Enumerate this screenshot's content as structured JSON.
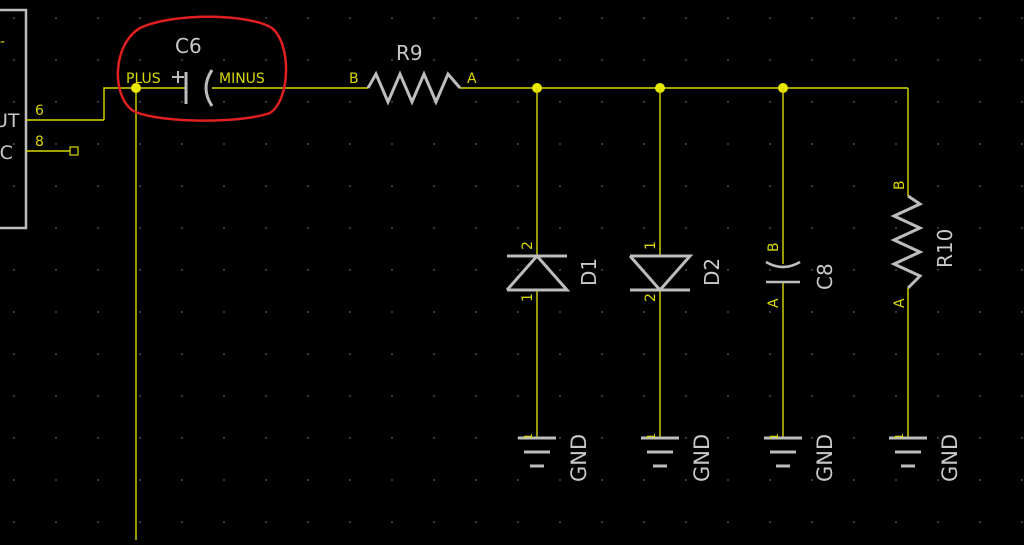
{
  "schematic": {
    "chip": {
      "pins": [
        "6",
        "8"
      ],
      "labels": [
        "UT",
        "IC"
      ],
      "top_mark": "-"
    },
    "c6": {
      "ref": "C6",
      "pin_plus": "PLUS",
      "pin_minus": "MINUS",
      "highlighted": true
    },
    "r9": {
      "ref": "R9",
      "pin_b": "B",
      "pin_a": "A"
    },
    "d1": {
      "ref": "D1",
      "pin_top": "2",
      "pin_bottom": "1"
    },
    "d2": {
      "ref": "D2",
      "pin_top": "1",
      "pin_bottom": "2"
    },
    "c8": {
      "ref": "C8",
      "pin_top": "B",
      "pin_bottom": "A"
    },
    "r10": {
      "ref": "R10",
      "pin_top": "B",
      "pin_bottom": "A"
    },
    "grounds": [
      {
        "label": "GND",
        "pin": "1"
      },
      {
        "label": "GND",
        "pin": "1"
      },
      {
        "label": "GND",
        "pin": "1"
      },
      {
        "label": "GND",
        "pin": "1"
      }
    ],
    "colors": {
      "background": "#000000",
      "wire": "#d8d800",
      "symbol": "#bdbdbd",
      "highlight": "#e02020",
      "grid_dot": "#4a4a4a"
    }
  }
}
